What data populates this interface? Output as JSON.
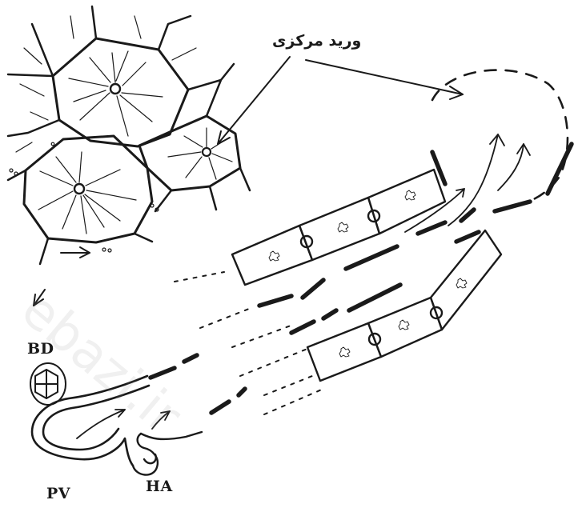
{
  "labels": {
    "central_vein": "ورید مرکزی",
    "bile_duct": "BD",
    "portal_vein": "PV",
    "hepatic_artery": "HA"
  },
  "watermark": {
    "text": "ebazi.ir"
  },
  "colors": {
    "ink": "#1a1a1a",
    "background": "#ffffff"
  }
}
